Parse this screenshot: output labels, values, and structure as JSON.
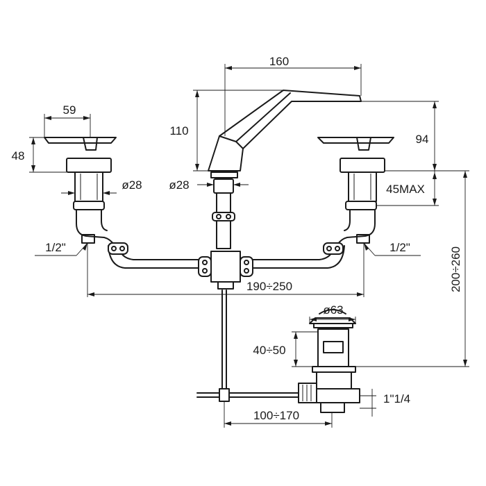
{
  "dimensions": {
    "spout_reach": "160",
    "handle_spread": "59",
    "spout_height": "110",
    "handle_height": "48",
    "spout_offset_height": "94",
    "left_stem_diameter": "ø28",
    "spout_stem_diameter": "ø28",
    "deck_thickness_max": "45MAX",
    "left_inlet": "1/2\"",
    "right_inlet": "1/2\"",
    "inlet_spread": "190÷250",
    "overall_height": "200÷260",
    "drain_diameter": "ø63",
    "drain_height": "40÷50",
    "drain_thread": "1\"1/4",
    "rod_reach": "100÷170"
  }
}
